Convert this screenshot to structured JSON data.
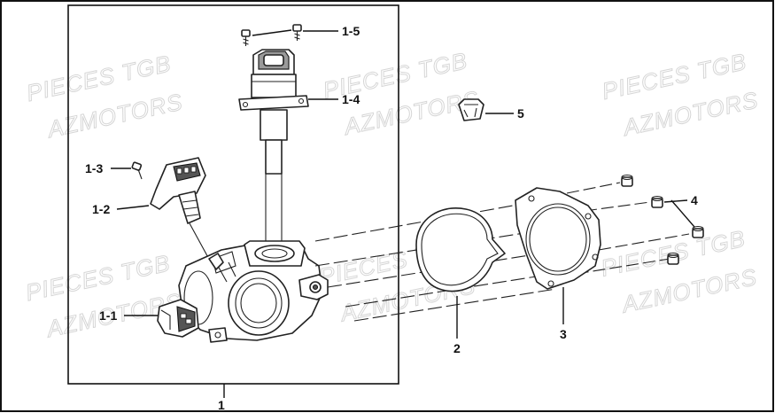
{
  "watermark": {
    "line1": "PIECES TGB",
    "line2": "AZMOTORS"
  },
  "callouts": {
    "c1": "1",
    "c1_1": "1-1",
    "c1_2": "1-2",
    "c1_3": "1-3",
    "c1_4": "1-4",
    "c1_5": "1-5",
    "c2": "2",
    "c3": "3",
    "c4": "4",
    "c5": "5"
  },
  "parts": {
    "1": "throttle-body-assembly",
    "1-1": "throttle-actuator-connector",
    "1-2": "throttle-position-sensor",
    "1-3": "sensor-screw",
    "1-4": "idle-air-control-valve",
    "1-5": "valve-screws",
    "2": "o-ring-gasket",
    "3": "flange-gasket",
    "4": "mounting-bolts",
    "5": "cap"
  }
}
